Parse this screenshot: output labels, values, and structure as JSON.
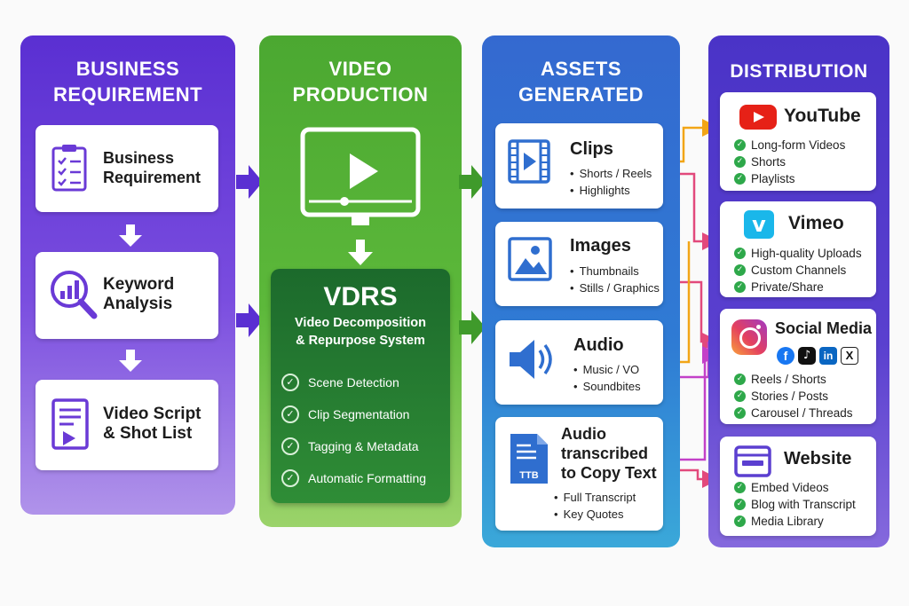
{
  "colors": {
    "business": "#6a3ad6",
    "video": "#58b536",
    "assets": "#2f6ecf",
    "distribution": "#5b3fd0",
    "check_green": "#2ea84a"
  },
  "business": {
    "title_line1": "BUSINESS",
    "title_line2": "REQUIREMENT",
    "cards": [
      {
        "line1": "Business",
        "line2": "Requirement",
        "icon": "clipboard-checklist-icon"
      },
      {
        "line1": "Keyword",
        "line2": "Analysis",
        "icon": "magnifier-chart-icon"
      },
      {
        "line1": "Video Script",
        "line2": "& Shot List",
        "icon": "script-document-icon"
      }
    ]
  },
  "video": {
    "title_line1": "VIDEO",
    "title_line2": "PRODUCTION",
    "icon": "video-player-icon",
    "vdrs": {
      "title": "VDRS",
      "subtitle1": "Video Decomposition",
      "subtitle2": "& Repurpose System",
      "features": [
        "Scene Detection",
        "Clip Segmentation",
        "Tagging & Metadata",
        "Automatic Formatting"
      ]
    }
  },
  "assets": {
    "title_line1": "ASSETS",
    "title_line2": "GENERATED",
    "cards": [
      {
        "title": "Clips",
        "icon": "film-strip-icon",
        "items": [
          "Shorts / Reels",
          "Highlights"
        ]
      },
      {
        "title": "Images",
        "icon": "image-icon",
        "items": [
          "Thumbnails",
          "Stills / Graphics"
        ]
      },
      {
        "title": "Audio",
        "icon": "speaker-icon",
        "items": [
          "Music / VO",
          "Soundbites"
        ]
      },
      {
        "title_lines": [
          "Audio",
          "transcribed",
          "to Copy Text"
        ],
        "icon": "transcript-doc-icon",
        "icon_label": "TTB",
        "items": [
          "Full Transcript",
          "Key Quotes"
        ]
      }
    ]
  },
  "distribution": {
    "title": "DISTRIBUTION",
    "cards": [
      {
        "title": "YouTube",
        "icon": "youtube-icon",
        "items": [
          "Long-form Videos",
          "Shorts",
          "Playlists"
        ]
      },
      {
        "title": "Vimeo",
        "icon": "vimeo-icon",
        "items": [
          "High-quality Uploads",
          "Custom Channels",
          "Private/Share"
        ]
      },
      {
        "title": "Social Media",
        "icon": "instagram-icon",
        "items": [
          "Reels / Shorts",
          "Stories / Posts",
          "Carousel / Threads"
        ],
        "social_icons": [
          {
            "name": "facebook-icon",
            "glyph": "f"
          },
          {
            "name": "tiktok-icon",
            "glyph": "♪"
          },
          {
            "name": "linkedin-icon",
            "glyph": "in"
          },
          {
            "name": "x-icon",
            "glyph": "X"
          }
        ]
      },
      {
        "title": "Website",
        "icon": "browser-window-icon",
        "items": [
          "Embed Videos",
          "Blog with Transcript",
          "Media Library"
        ]
      }
    ]
  }
}
